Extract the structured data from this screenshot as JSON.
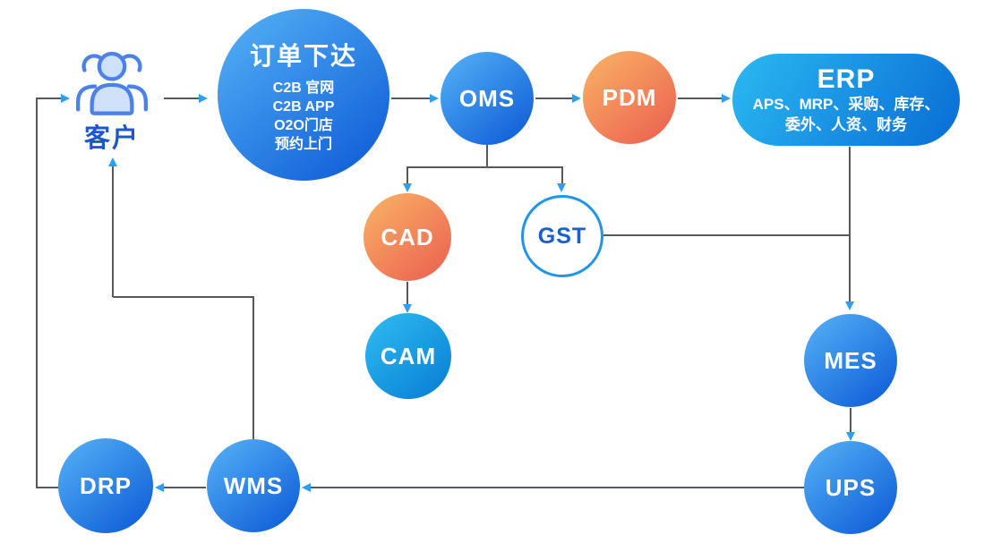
{
  "nodes": {
    "customer": {
      "label": "客户"
    },
    "order": {
      "title": "订单下达",
      "lines": [
        "C2B 官网",
        "C2B APP",
        "O2O门店",
        "预约上门"
      ]
    },
    "oms": {
      "label": "OMS"
    },
    "pdm": {
      "label": "PDM"
    },
    "erp": {
      "title": "ERP",
      "lines": [
        "APS、MRP、采购、库存、",
        "委外、人资、财务"
      ]
    },
    "cad": {
      "label": "CAD"
    },
    "gst": {
      "label": "GST"
    },
    "cam": {
      "label": "CAM"
    },
    "mes": {
      "label": "MES"
    },
    "ups": {
      "label": "UPS"
    },
    "wms": {
      "label": "WMS"
    },
    "drp": {
      "label": "DRP"
    }
  },
  "colors": {
    "blue_gradient_start": "#57b3f7",
    "blue_gradient_end": "#1161d8",
    "cyan_gradient_start": "#30bdf2",
    "cyan_gradient_end": "#0b82d6",
    "orange_gradient_start": "#f9b566",
    "orange_gradient_end": "#ec6150",
    "erp_gradient_start": "#2ab9f1",
    "erp_gradient_end": "#0b70d6",
    "gst_border": "#2095e8",
    "gst_text": "#1a5fd0",
    "customer_label_text": "#1e57cc",
    "connector_line": "#55585c",
    "arrowhead": "#2b9ff0"
  }
}
